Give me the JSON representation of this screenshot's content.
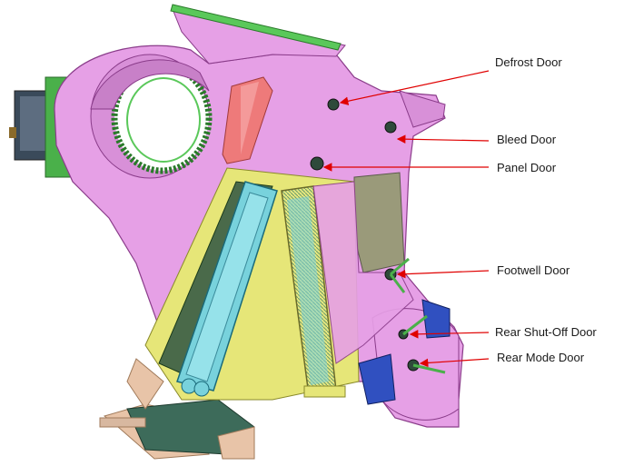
{
  "labels": {
    "defrost": "Defrost Door",
    "bleed": "Bleed Door",
    "panel": "Panel Door",
    "footwell": "Footwell  Door",
    "rear_shutoff": "Rear Shut-Off Door",
    "rear_mode": "Rear Mode  Door"
  },
  "colors": {
    "housing": "#e6a0e6",
    "housing_edge": "#8a3c8a",
    "green": "#5ac85a",
    "cyan": "#78d2dc",
    "yellow": "#e6e678",
    "salmon": "#ee7a7a",
    "dark_green": "#3d6b5a",
    "blue": "#3050c0",
    "tan": "#e8c4a8",
    "arrow": "#e00000"
  }
}
